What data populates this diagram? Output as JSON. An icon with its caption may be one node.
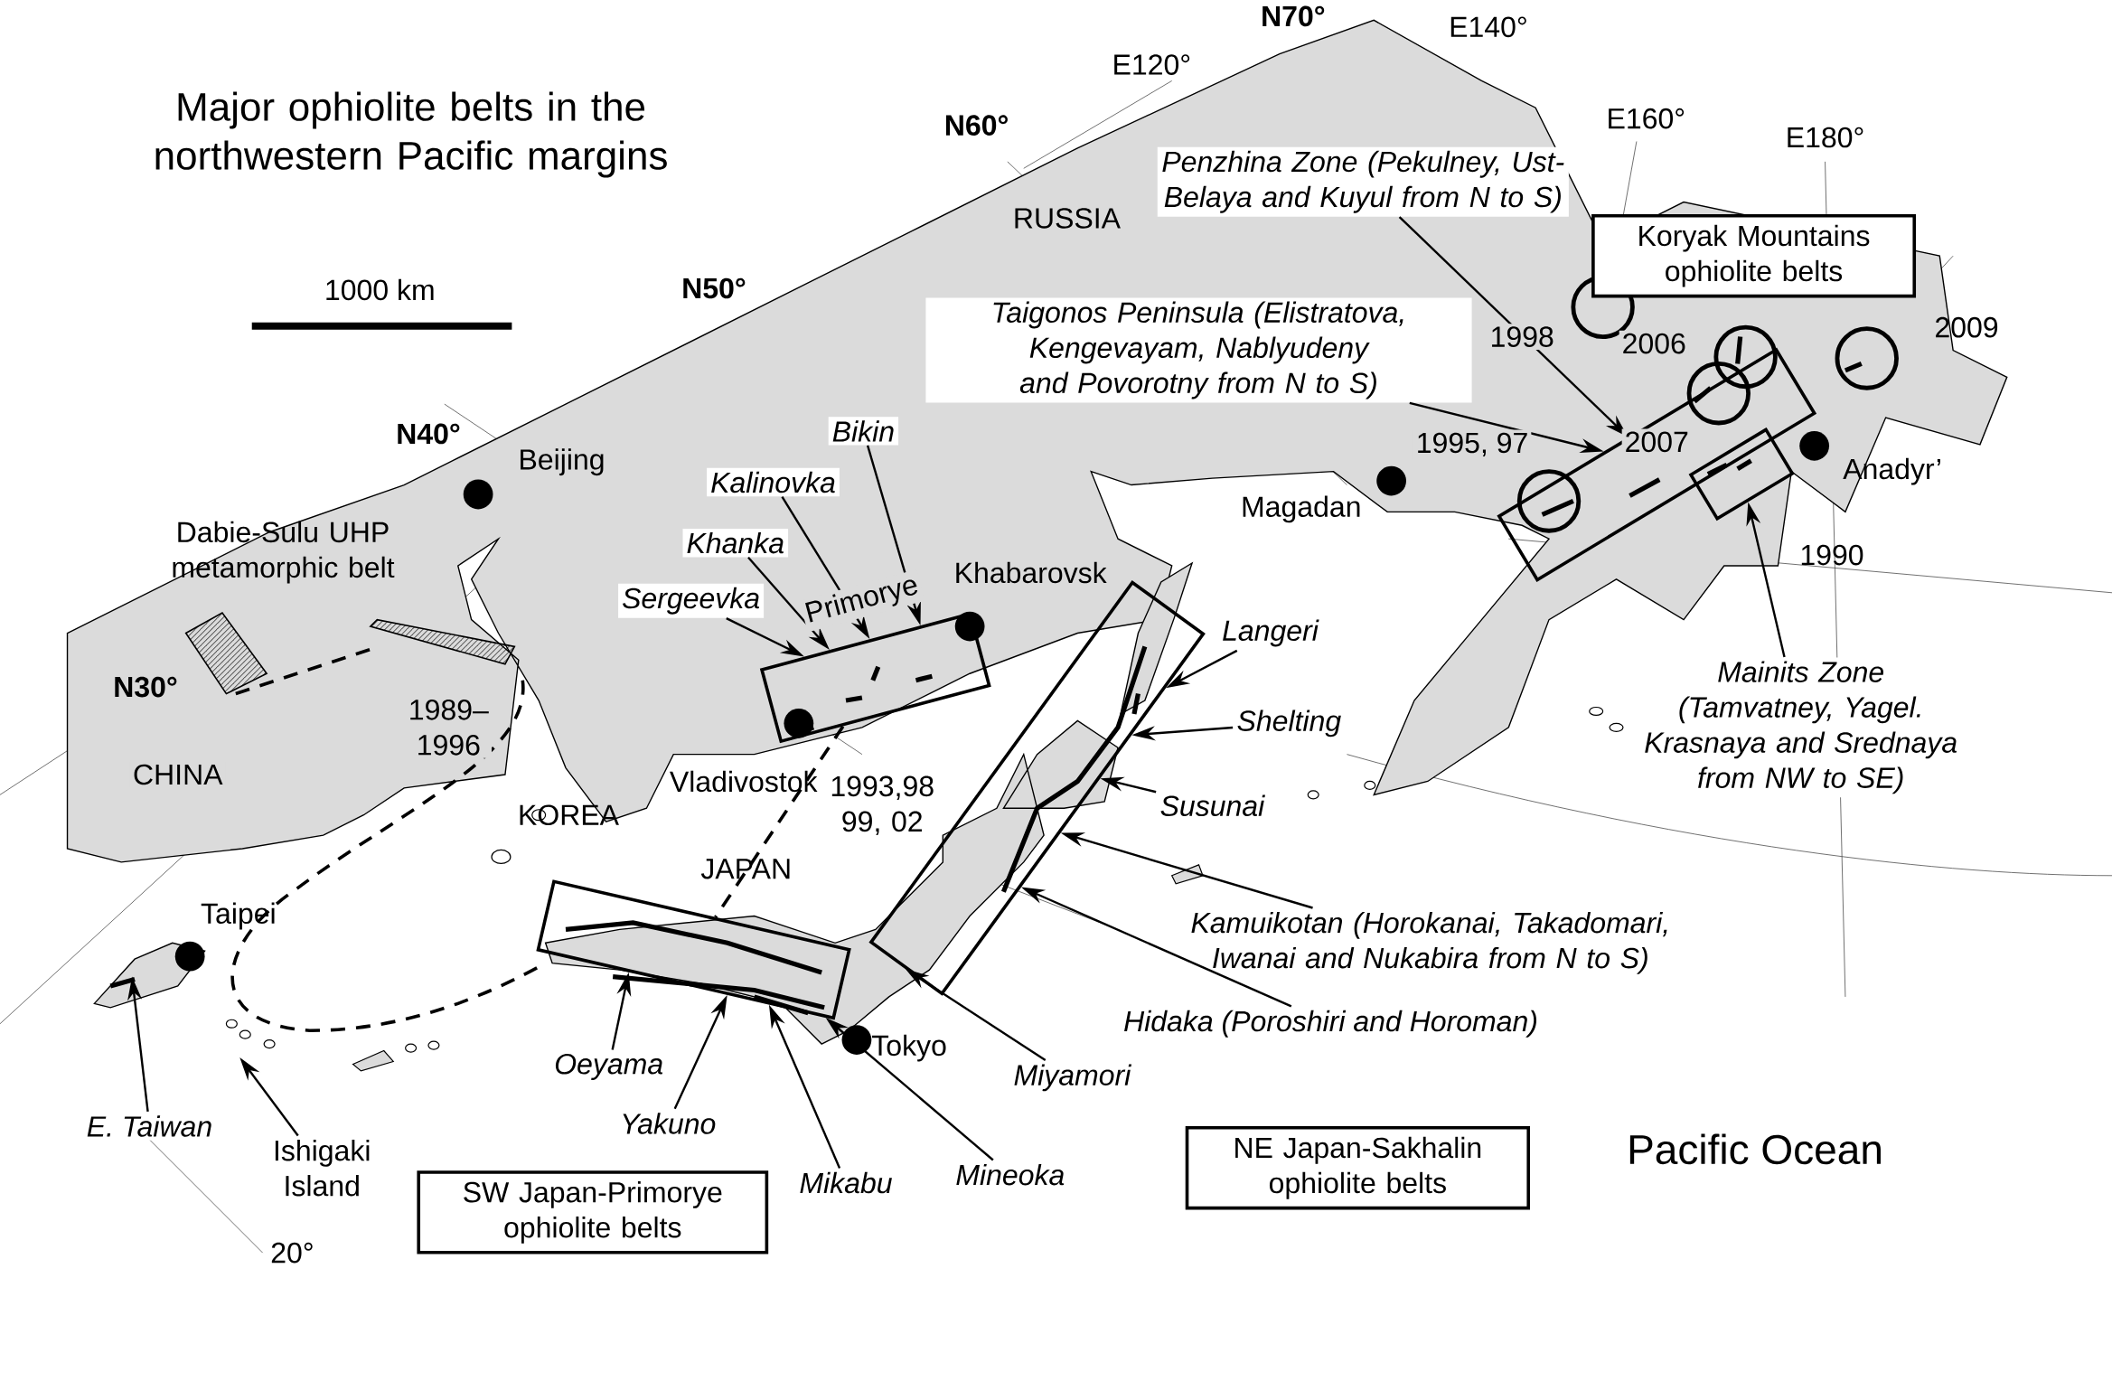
{
  "diagram": {
    "title": "Major ophiolite belts in the northwestern Pacific margins",
    "nodes": [
      {
        "text": [
          "Penzhina Zone (Pekulney, Ust-Belaya and Kuyul from N to S)"
        ]
      },
      {
        "text": [
          "Koryak Mountains ophiolite belts"
        ]
      },
      {
        "text": [
          "Taigonos Peninsula (Elistratova, Kengevayam, Nablyudeny and Povorotny from N to S)"
        ]
      },
      {
        "text": [],
        "shape": "box"
      },
      {
        "text": [],
        "shape": "box"
      },
      {
        "text": [
          "Mainits Zone (Tamvatney, Yagel. Krasnaya and Srednaya from NW to SE)"
        ]
      },
      {
        "text": [],
        "shape": "box"
      },
      {
        "text": [],
        "shape": "box"
      },
      {
        "text": [],
        "shape": "box"
      },
      {
        "text": [
          "SW Japan-Primorye ophiolite belts"
        ]
      },
      {
        "text": [
          "NE Japan-Sakhalin ophiolite belts"
        ]
      },
      {
        "text": [
          "Bikin"
        ]
      },
      {
        "text": [
          "Kalinovka"
        ]
      },
      {
        "text": [
          "Khanka"
        ]
      },
      {
        "text": [
          "Sergeevka"
        ]
      },
      {
        "text": [
          "Langeri"
        ]
      },
      {
        "text": [
          "Shelting"
        ]
      },
      {
        "text": [
          "Susunai"
        ]
      },
      {
        "text": [
          "Kamuikotan (Horokanai, Takadomari, Iwanai and Nukabira from N to S)"
        ]
      },
      {
        "text": [
          "Hidaka (Poroshiri and Horoman)"
        ]
      },
      {
        "text": [
          "Miyamori"
        ]
      },
      {
        "text": [
          "Mineoka"
        ]
      },
      {
        "text": [
          "Mikabu"
        ]
      },
      {
        "text": [
          "Yakuno"
        ]
      },
      {
        "text": [
          "Oeyama"
        ]
      },
      {
        "text": [
          "E. Taiwan"
        ]
      },
      {
        "text": [
          "Ishigaki Island"
        ]
      }
    ],
    "edges": [
      {
        "from": 0,
        "to": 3,
        "arrow": "to"
      },
      {
        "from": 2,
        "to": 3,
        "arrow": "to"
      },
      {
        "from": 5,
        "to": 4,
        "arrow": "to"
      },
      {
        "from": 11,
        "to": 6,
        "arrow": "to"
      },
      {
        "from": 12,
        "to": 6,
        "arrow": "to"
      },
      {
        "from": 13,
        "to": 6,
        "arrow": "to"
      },
      {
        "from": 14,
        "to": 6,
        "arrow": "to"
      },
      {
        "from": 15,
        "to": 8,
        "arrow": "to"
      },
      {
        "from": 16,
        "to": 8,
        "arrow": "to"
      },
      {
        "from": 17,
        "to": 8,
        "arrow": "to"
      },
      {
        "from": 18,
        "to": 8,
        "arrow": "to"
      },
      {
        "from": 19,
        "to": 8,
        "arrow": "to"
      },
      {
        "from": 20,
        "to": 8,
        "arrow": "to"
      },
      {
        "from": 21,
        "to": 7,
        "arrow": "to"
      },
      {
        "from": 22,
        "to": 7,
        "arrow": "to"
      },
      {
        "from": 23,
        "to": 7,
        "arrow": "to"
      },
      {
        "from": 24,
        "to": 7,
        "arrow": "to"
      },
      {
        "from": 25,
        "to": null,
        "arrow": "to"
      },
      {
        "from": 26,
        "to": null,
        "arrow": "to"
      },
      {
        "from": 6,
        "to": 7,
        "arrow": "none",
        "style": "dashed"
      }
    ],
    "labels": [
      "N70°",
      "E140°",
      "E120°",
      "N60°",
      "E160°",
      "E180°",
      "RUSSIA",
      "1000 km",
      "N50°",
      "1998",
      "2006",
      "2009",
      "1995, 97",
      "2007",
      "Anadyr’",
      "Magadan",
      "1990",
      "N40°",
      "Beijing",
      "Dabie-Sulu UHP metamorphic belt",
      "Khabarovsk",
      "Primorye",
      "N30°",
      "1989– 1996",
      "CHINA",
      "Vladivostok",
      "1993,98 99, 02",
      "KOREA",
      "JAPAN",
      "Taipei",
      "Tokyo",
      "20°",
      "Pacific Ocean"
    ]
  }
}
